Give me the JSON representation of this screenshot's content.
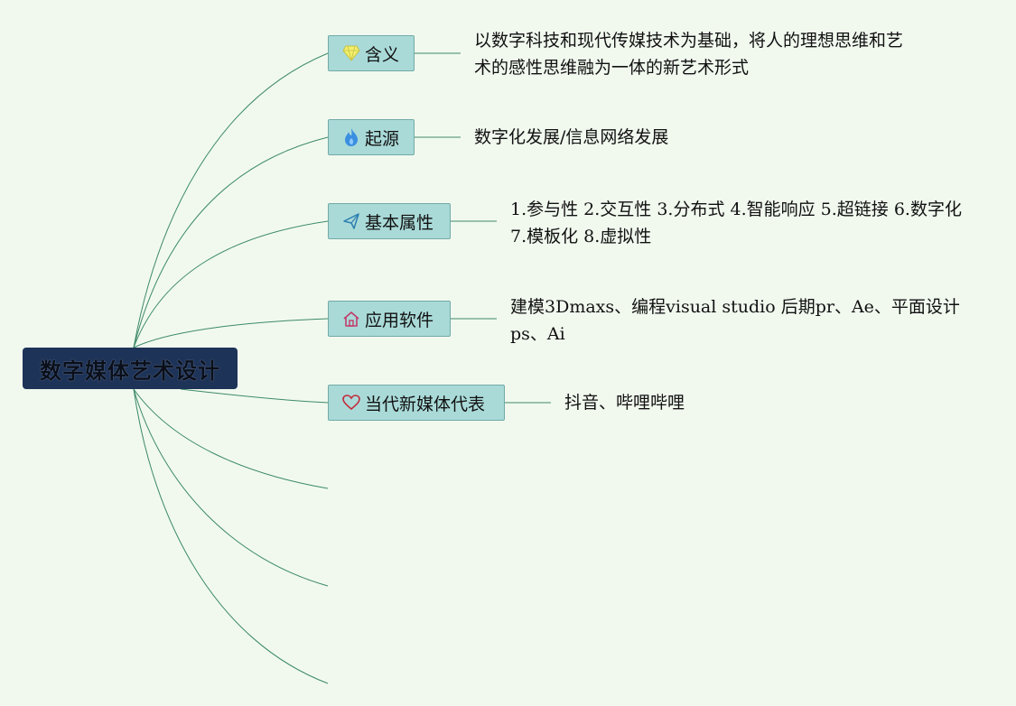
{
  "root": {
    "label": "数字媒体艺术设计"
  },
  "branches": [
    {
      "label": "含义",
      "icon": "diamond-icon",
      "desc_lines": [
        "以数字科技和现代传媒技术为基础，将人的理想思维和艺",
        "术的感性思维融为一体的新艺术形式"
      ]
    },
    {
      "label": "起源",
      "icon": "flame-icon",
      "desc_lines": [
        "数字化发展/信息网络发展"
      ]
    },
    {
      "label": "基本属性",
      "icon": "paper-plane-icon",
      "desc_lines": [
        "1.参与性 2.交互性 3.分布式 4.智能响应 5.超链接 6.数字化",
        "7.模板化 8.虚拟性"
      ]
    },
    {
      "label": "应用软件",
      "icon": "house-icon",
      "desc_lines": [
        "建模3Dmaxs、编程visual studio 后期pr、Ae、平面设计",
        "ps、Ai"
      ]
    },
    {
      "label": "当代新媒体代表",
      "icon": "heart-icon",
      "desc_lines": [
        "抖音、哔哩哔哩"
      ]
    }
  ],
  "colors": {
    "background": "#f1f9ef",
    "root_fill": "#1e3358",
    "node_fill": "#a9dad8",
    "connector": "#3d8a66"
  }
}
